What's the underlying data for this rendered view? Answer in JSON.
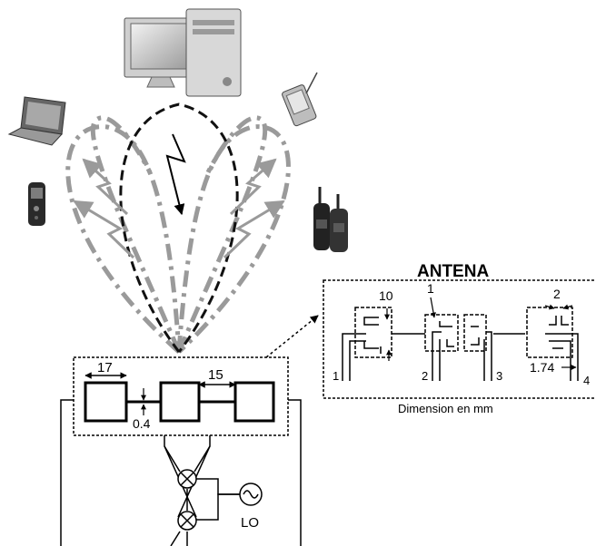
{
  "heading": "ANTENA",
  "footnote": "Dimension en mm",
  "oscillator_label": "LO",
  "filter_dimensions": {
    "pad_width": "17",
    "line_length": "15",
    "line_gap": "0.4"
  },
  "antenna_dimensions": {
    "box_width": "10",
    "trace_gap": "1",
    "arm_gap": "2",
    "arm_offset": "1.74"
  },
  "port_numbers": [
    "1",
    "2",
    "3",
    "4"
  ],
  "devices": [
    "desktop-computer",
    "laptop",
    "mobile-phone",
    "pda",
    "walkie-talkie"
  ],
  "colors": {
    "dashed_signal": "#111111",
    "dash_dot_signal": "#9a9a9a"
  }
}
